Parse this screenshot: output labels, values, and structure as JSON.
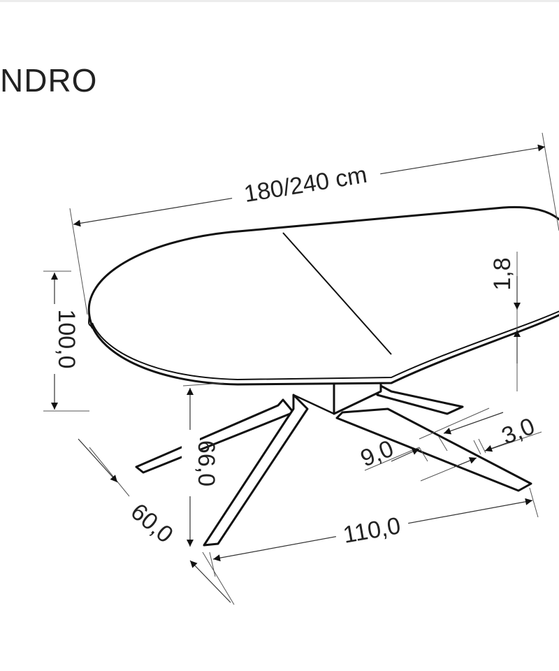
{
  "title": "NDRO",
  "dimensions": {
    "length": "180/240 cm",
    "width": "100,0",
    "top_thickness": "1,8",
    "height": "66,0",
    "leg_width": "9,0",
    "leg_thickness": "3,0",
    "base_depth": "60,0",
    "base_length": "110,0"
  },
  "colors": {
    "line": "#111111",
    "background": "#ffffff"
  }
}
